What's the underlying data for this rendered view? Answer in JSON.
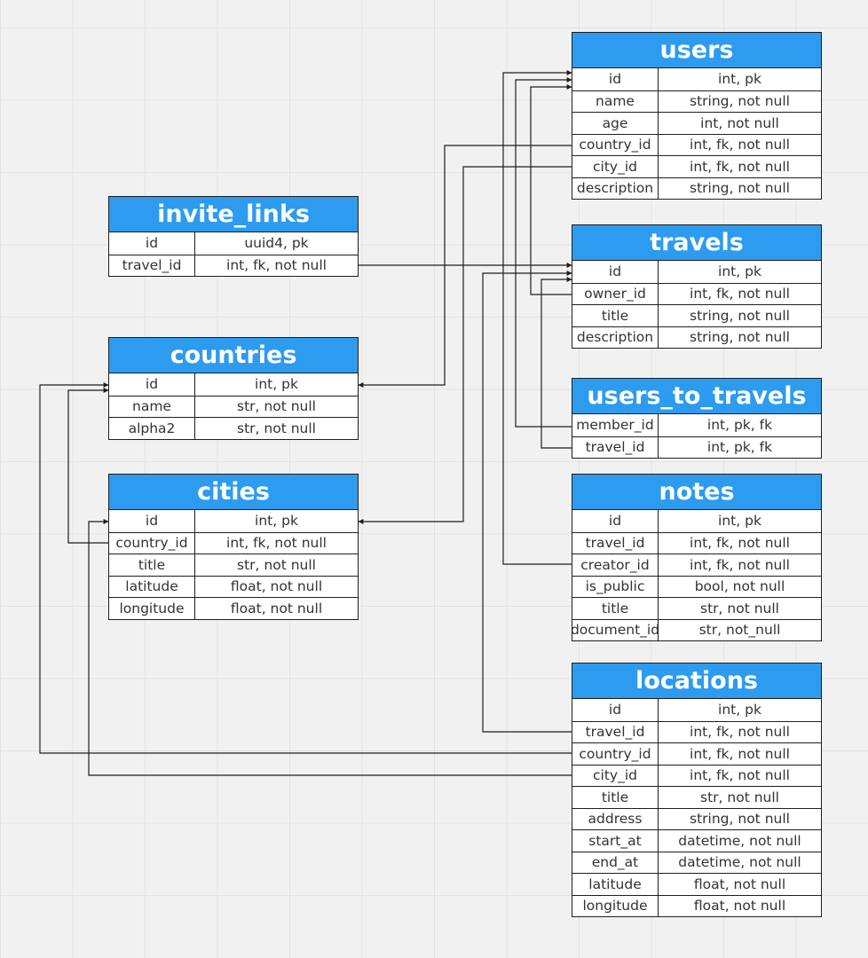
{
  "diagram": {
    "tables": [
      {
        "key": "users",
        "title": "users",
        "fields": [
          {
            "name": "id",
            "type": "int, pk"
          },
          {
            "name": "name",
            "type": "string, not null"
          },
          {
            "name": "age",
            "type": "int, not null"
          },
          {
            "name": "country_id",
            "type": "int, fk, not null"
          },
          {
            "name": "city_id",
            "type": "int, fk, not null"
          },
          {
            "name": "description",
            "type": "string, not null"
          }
        ]
      },
      {
        "key": "invite_links",
        "title": "invite_links",
        "fields": [
          {
            "name": "id",
            "type": "uuid4, pk"
          },
          {
            "name": "travel_id",
            "type": "int, fk, not null"
          }
        ]
      },
      {
        "key": "travels",
        "title": "travels",
        "fields": [
          {
            "name": "id",
            "type": "int, pk"
          },
          {
            "name": "owner_id",
            "type": "int, fk, not null"
          },
          {
            "name": "title",
            "type": "string, not null"
          },
          {
            "name": "description",
            "type": "string, not null"
          }
        ]
      },
      {
        "key": "countries",
        "title": "countries",
        "fields": [
          {
            "name": "id",
            "type": "int, pk"
          },
          {
            "name": "name",
            "type": "str, not null"
          },
          {
            "name": "alpha2",
            "type": "str, not null"
          }
        ]
      },
      {
        "key": "users_to_travels",
        "title": "users_to_travels",
        "fields": [
          {
            "name": "member_id",
            "type": "int, pk, fk"
          },
          {
            "name": "travel_id",
            "type": "int, pk, fk"
          }
        ]
      },
      {
        "key": "cities",
        "title": "cities",
        "fields": [
          {
            "name": "id",
            "type": "int, pk"
          },
          {
            "name": "country_id",
            "type": "int, fk, not null"
          },
          {
            "name": "title",
            "type": "str, not null"
          },
          {
            "name": "latitude",
            "type": "float, not null"
          },
          {
            "name": "longitude",
            "type": "float, not null"
          }
        ]
      },
      {
        "key": "notes",
        "title": "notes",
        "fields": [
          {
            "name": "id",
            "type": "int, pk"
          },
          {
            "name": "travel_id",
            "type": "int, fk, not null"
          },
          {
            "name": "creator_id",
            "type": "int, fk, not null"
          },
          {
            "name": "is_public",
            "type": "bool, not null"
          },
          {
            "name": "title",
            "type": "str, not null"
          },
          {
            "name": "document_id",
            "type": "str, not_null"
          }
        ]
      },
      {
        "key": "locations",
        "title": "locations",
        "fields": [
          {
            "name": "id",
            "type": "int, pk"
          },
          {
            "name": "travel_id",
            "type": "int, fk, not null"
          },
          {
            "name": "country_id",
            "type": "int, fk, not null"
          },
          {
            "name": "city_id",
            "type": "int, fk, not null"
          },
          {
            "name": "title",
            "type": "str, not null"
          },
          {
            "name": "address",
            "type": "string, not null"
          },
          {
            "name": "start_at",
            "type": "datetime, not null"
          },
          {
            "name": "end_at",
            "type": "datetime, not null"
          },
          {
            "name": "latitude",
            "type": "float, not null"
          },
          {
            "name": "longitude",
            "type": "float, not null"
          }
        ]
      }
    ],
    "relations": [
      {
        "from": "users.country_id",
        "to": "countries.id"
      },
      {
        "from": "users.city_id",
        "to": "cities.id"
      },
      {
        "from": "invite_links.travel_id",
        "to": "travels.id"
      },
      {
        "from": "travels.owner_id",
        "to": "users.id"
      },
      {
        "from": "users_to_travels.member_id",
        "to": "users.id"
      },
      {
        "from": "users_to_travels.travel_id",
        "to": "travels.id"
      },
      {
        "from": "notes.creator_id",
        "to": "users.id"
      },
      {
        "from": "locations.travel_id",
        "to": "travels.id"
      },
      {
        "from": "locations.country_id",
        "to": "countries.id"
      },
      {
        "from": "locations.city_id",
        "to": "cities.id"
      },
      {
        "from": "cities.country_id",
        "to": "countries.id"
      }
    ],
    "colors": {
      "header": "#2d9bf0",
      "header_text": "#ffffff",
      "line": "#1e1e1e",
      "canvas": "#f1f1f1",
      "grid": "#e2e2e2"
    }
  }
}
